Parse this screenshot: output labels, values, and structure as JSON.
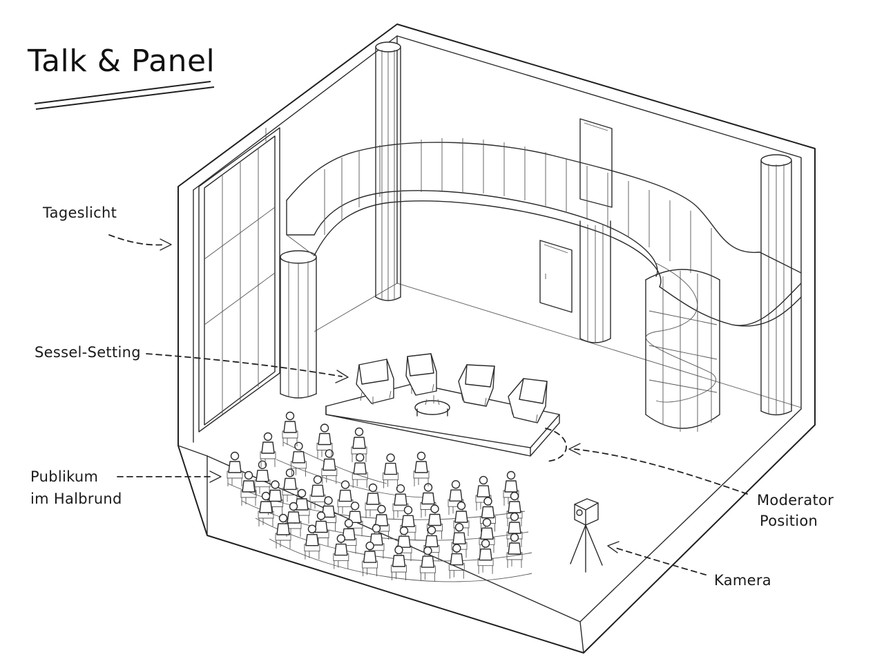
{
  "title": "Talk & Panel",
  "labels": {
    "daylight": "Tageslicht",
    "armchairs": "Sessel-Setting",
    "audience_line1": "Publikum",
    "audience_line2": "im Halbrund",
    "moderator_line1": "Moderator",
    "moderator_line2": "Position",
    "camera": "Kamera"
  },
  "colors": {
    "ink": "#1f1f1f",
    "paper": "#ffffff"
  }
}
